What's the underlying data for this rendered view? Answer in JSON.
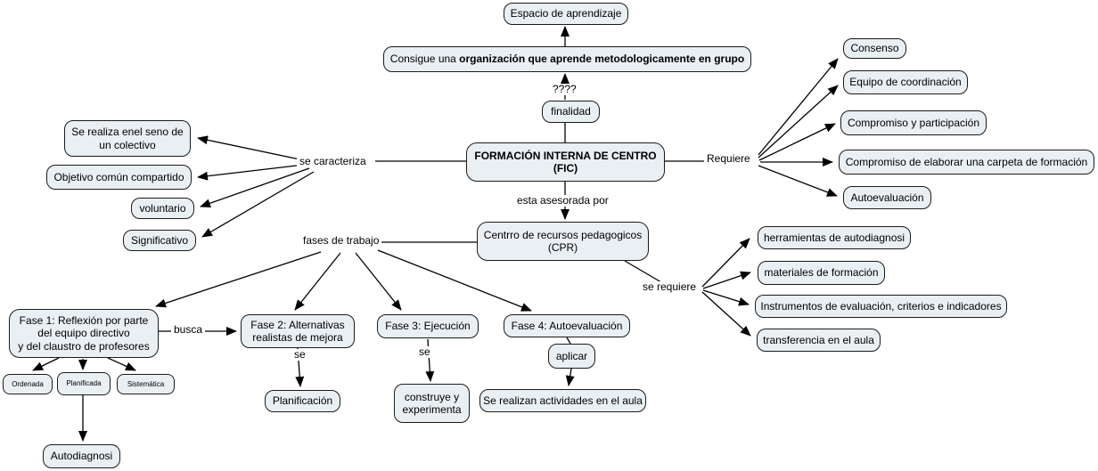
{
  "colors": {
    "node_fill": "#e9eff2",
    "node_border": "#1b1b1b",
    "line": "#000000",
    "background": "#ffffff"
  },
  "nodes": {
    "espacio": "Espacio de aprendizaje",
    "consigue_prefix": "Consigue una ",
    "consigue_bold": "organización que aprende metodologicamente en grupo",
    "finalidad": "finalidad",
    "fic": "FORMACIÓN INTERNA DE CENTRO\n(FIC)",
    "se_realiza": "Se realiza enel seno de\nun colectivo",
    "objetivo": "Objetivo común compartido",
    "voluntario": "voluntario",
    "significativo": "Significativo",
    "consenso": "Consenso",
    "equipo": "Equipo de coordinación",
    "compromiso_participacion": "Compromiso y participación",
    "compromiso_carpeta": "Compromiso de elaborar una carpeta de formación",
    "autoevaluacion": "Autoevaluación",
    "cpr": "Centrro de recursos pedagogicos\n(CPR)",
    "herramientas": "herramientas de autodiagnosi",
    "materiales": "materiales de formación",
    "instrumentos": "Instrumentos de evaluación, criterios e indicadores",
    "transferencia": "transferencia en el aula",
    "fase1": "Fase 1: Reflexión por parte\ndel equipo directivo\ny del claustro de profesores",
    "fase2": "Fase 2: Alternativas\nrealistas de mejora",
    "fase3": "Fase 3: Ejecución",
    "fase4": "Fase 4: Autoevaluación",
    "ordenada": "Ordenada",
    "planificada": "Planificada",
    "sistematica": "Sistemática",
    "autodiagnosi": "Autodiagnosi",
    "planificacion": "Planificación",
    "construye": "construye y\nexperimenta",
    "aplicar": "aplicar",
    "se_realizan": "Se realizan actividades en el aula"
  },
  "labels": {
    "question": "????",
    "finalidad_link": "finalidad",
    "se_caracteriza": "se caracteriza",
    "requiere": "Requiere",
    "esta_asesorada_por": "esta asesorada por",
    "fases_de_trabajo": "fases de trabajo",
    "se_requiere": "se requiere",
    "busca": "busca",
    "se_fase2": "se",
    "se_fase3": "se"
  }
}
